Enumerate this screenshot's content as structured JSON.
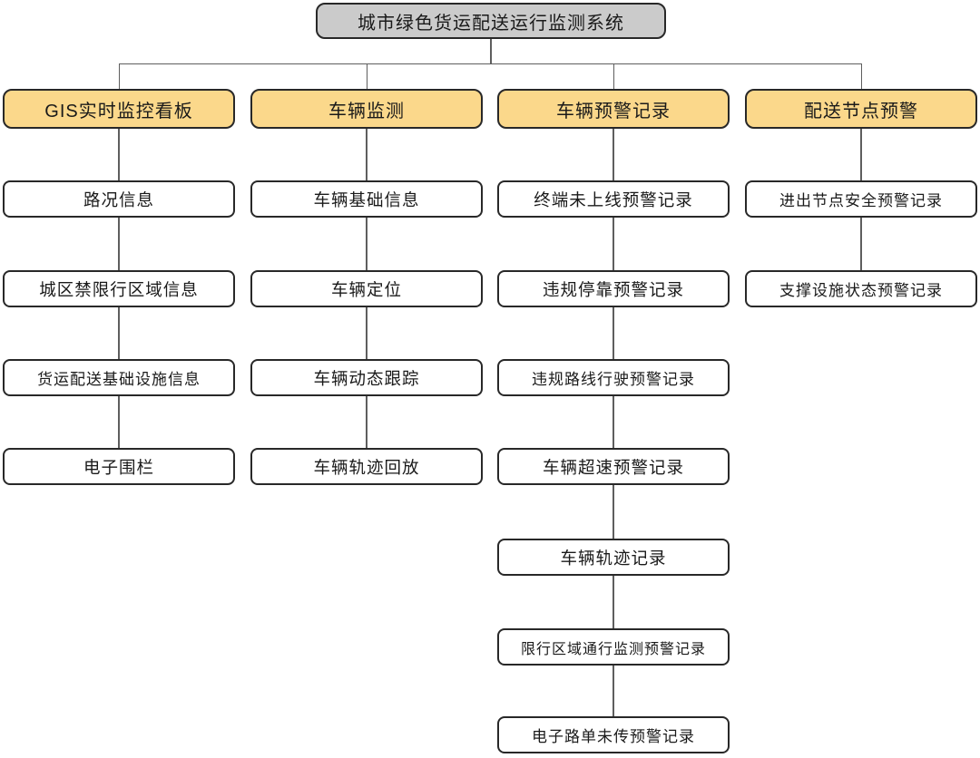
{
  "diagram": {
    "title": "城市绿色货运配送运行监测系统",
    "columns": [
      {
        "header": "GIS实时监控看板",
        "items": [
          "路况信息",
          "城区禁限行区域信息",
          "货运配送基础设施信息",
          "电子围栏"
        ]
      },
      {
        "header": "车辆监测",
        "items": [
          "车辆基础信息",
          "车辆定位",
          "车辆动态跟踪",
          "车辆轨迹回放"
        ]
      },
      {
        "header": "车辆预警记录",
        "items": [
          "终端未上线预警记录",
          "违规停靠预警记录",
          "违规路线行驶预警记录",
          "车辆超速预警记录",
          "车辆轨迹记录",
          "限行区域通行监测预警记录",
          "电子路单未传预警记录"
        ]
      },
      {
        "header": "配送节点预警",
        "items": [
          "进出节点安全预警记录",
          "支撑设施状态预警记录"
        ]
      }
    ],
    "colors": {
      "root_fill": "#CBCBCB",
      "header_fill": "#FBD88B",
      "item_fill": "#FFFFFF",
      "node_border": "#282828",
      "connector": "#5E5E5E",
      "text": "#1A1A1A",
      "page_bg": "#FFFFFF"
    }
  }
}
